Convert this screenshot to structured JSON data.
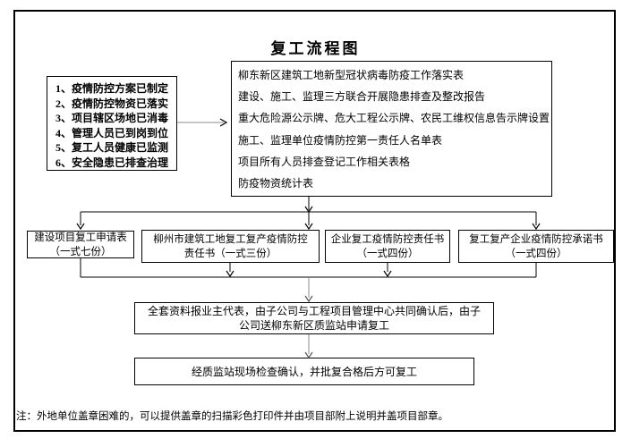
{
  "title": "复工流程图",
  "conditions_box": {
    "items": [
      "1、疫情防控方案已制定",
      "2、疫情防控物资已落实",
      "3、项目辖区场地已消毒",
      "4、管理人员已到岗到位",
      "5、复工人员健康已监测",
      "6、安全隐患已排查治理"
    ]
  },
  "documents_box": {
    "lines": [
      "柳东新区建筑工地新型冠状病毒防疫工作落实表",
      "建设、施工、监理三方联合开展隐患排查及整改报告",
      "重大危险源公示牌、危大工程公示牌、农民工维权信息告示牌设置",
      "施工、监理单位疫情防控第一责任人名单表",
      "项目所有人员排查登记工作相关表格",
      "防疫物资统计表"
    ]
  },
  "form_boxes": [
    {
      "lines": [
        "建设项目复工申请表",
        "（一式七份）"
      ]
    },
    {
      "lines": [
        "柳州市建筑工地复工复产疫情防控",
        "责任书（一式三份）"
      ]
    },
    {
      "lines": [
        "企业复工疫情防控责任书",
        "（一式四份）"
      ]
    },
    {
      "lines": [
        "复工复产企业疫情防控承诺书",
        "（一式四份）"
      ]
    }
  ],
  "confirm_box": {
    "lines": [
      "全套资料报业主代表，由子公司与工程项目管理中心共同确认后，由子",
      "公司送柳东新区质监站申请复工"
    ]
  },
  "final_box": {
    "label": "经质监站现场检查确认，并批复合格后方可复工"
  },
  "note": "注：外地单位盖章困难的，可以提供盖章的扫描彩色打印件并由项目部附上说明并盖项目部章。",
  "colors": {
    "line": "#000000",
    "gray_line": "#8c8c8c",
    "text": "#000000",
    "background": "#ffffff"
  }
}
